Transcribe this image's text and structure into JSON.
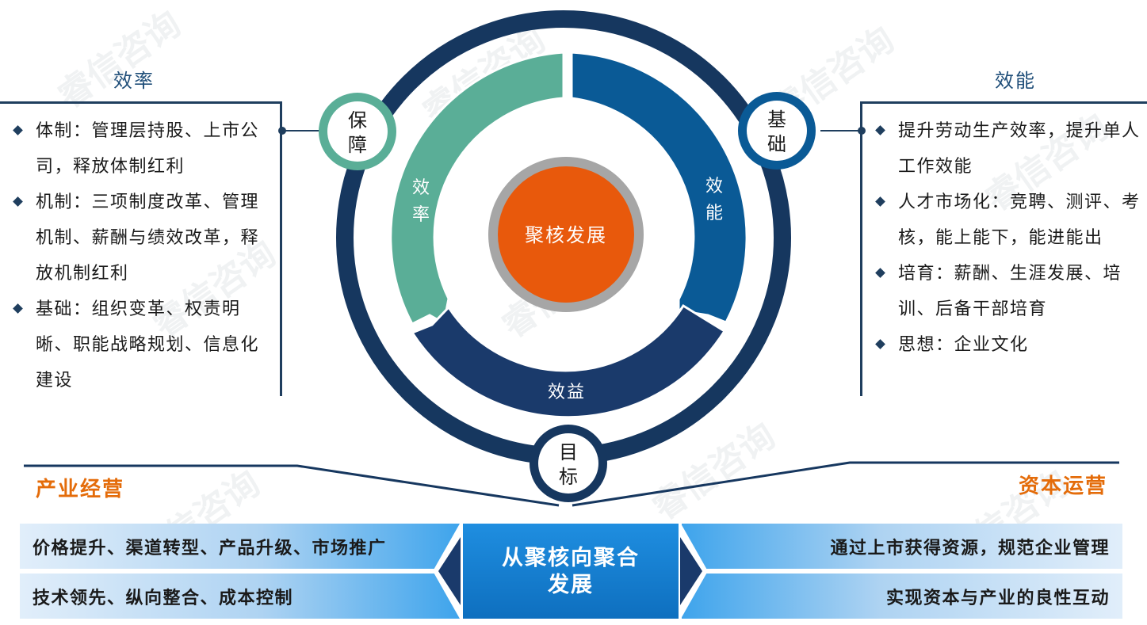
{
  "watermark_text": "睿信咨询",
  "left_section": {
    "title": "效率",
    "items": [
      "体制：管理层持股、上市公司，释放体制红利",
      "机制：三项制度改革、管理机制、薪酬与绩效改革，释放机制红利",
      "基础：组织变革、权责明晰、职能战略规划、信息化建设"
    ]
  },
  "right_section": {
    "title": "效能",
    "items": [
      "提升劳动生产效率，提升单人工作效能",
      "人才市场化：竞聘、测评、考核，能上能下，能进能出",
      "培育：薪酬、生涯发展、培训、后备干部培育",
      "思想：企业文化"
    ]
  },
  "diagram": {
    "center_label": "聚核发展",
    "arc_left_label": [
      "效",
      "率"
    ],
    "arc_right_label": [
      "效",
      "能"
    ],
    "arc_bottom_label": "效益",
    "badge_left": [
      "保",
      "障"
    ],
    "badge_right": [
      "基",
      "础"
    ],
    "badge_bottom": [
      "目",
      "标"
    ]
  },
  "bottom": {
    "left_heading": "产业经营",
    "right_heading": "资本运营",
    "left_bars": [
      "价格提升、渠道转型、产品升级、市场推广",
      "技术领先、纵向整合、成本控制"
    ],
    "right_bars": [
      "通过上市获得资源，规范企业管理",
      "实现资本与产业的良性互动"
    ],
    "center_lines": [
      "从聚核向聚合",
      "发展"
    ]
  },
  "colors": {
    "navy": "#16375f",
    "teal": "#5aae97",
    "blue": "#0a5a96",
    "dark_blue": "#1a3a6b",
    "orange": "#e8590c",
    "grey": "#a6a6a6",
    "heading_blue": "#1f4e79",
    "heading_orange": "#e46c0a"
  }
}
